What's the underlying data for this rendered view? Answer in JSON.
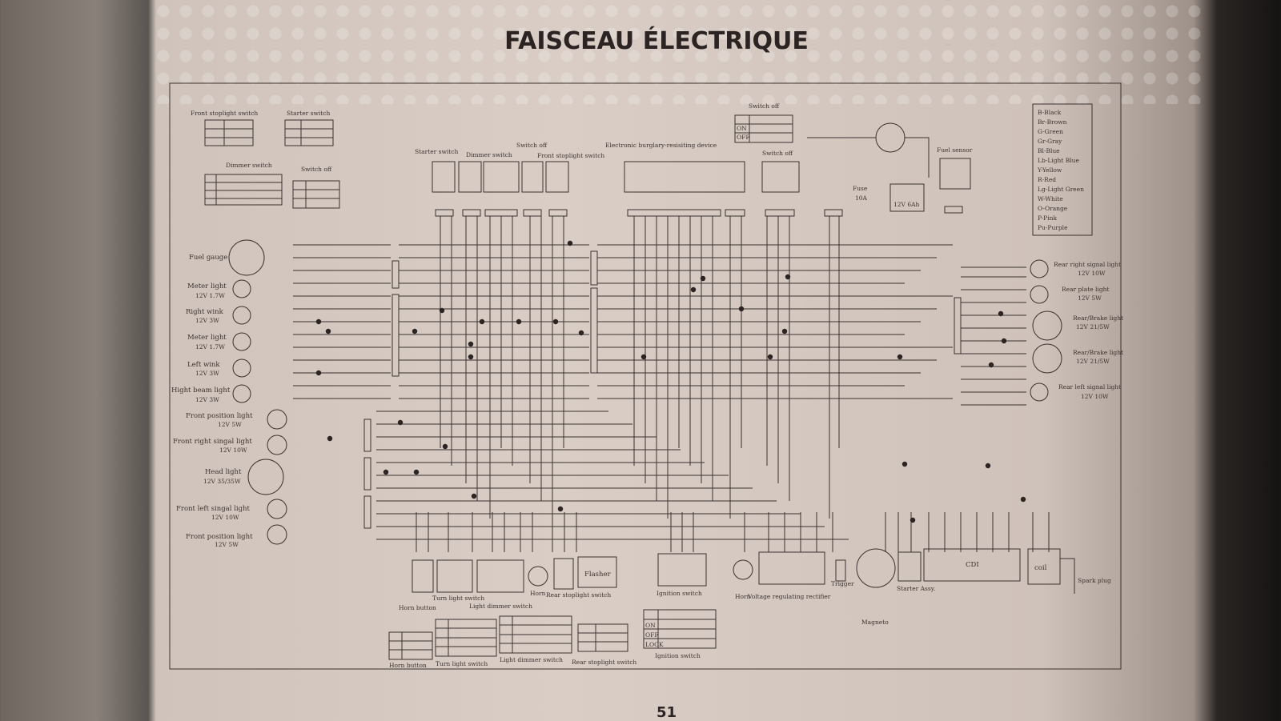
{
  "title": "FAISCEAU ÉLECTRIQUE",
  "page_number": "51",
  "legend": [
    "B-Black",
    "Br-Brown",
    "G-Green",
    "Gr-Gray",
    "Bl-Blue",
    "Lb-Light Blue",
    "Y-Yellow",
    "R-Red",
    "Lg-Light Green",
    "W-White",
    "O-Orange",
    "P-Pink",
    "Pu-Purple"
  ],
  "top_tables": {
    "front_stoplight_switch": "Front stoplight switch",
    "starter_switch": "Starter switch",
    "dimmer_switch": "Dimmer switch",
    "switch_off": "Switch off"
  },
  "top_connectors": {
    "starter_switch": "Starter switch",
    "dimmer_switch": "Dimmer switch",
    "switch_off": "Switch off",
    "front_stoplight_switch": "Front stoplight switch",
    "burglary": "Electronic burglary-resisiting device",
    "switch_off_2": "Switch off",
    "switch_off_3": "Switch off",
    "fuel_sensor": "Fuel sensor",
    "fuse": "Fuse",
    "fuse_rating": "10A",
    "battery": "12V 6Ah"
  },
  "left_components": [
    {
      "name": "Fuel gauge",
      "spec": ""
    },
    {
      "name": "Meter light",
      "spec": "12V 1.7W"
    },
    {
      "name": "Right wink",
      "spec": "12V 3W"
    },
    {
      "name": "Meter light",
      "spec": "12V 1.7W"
    },
    {
      "name": "Left wink",
      "spec": "12V 3W"
    },
    {
      "name": "Hight beam light",
      "spec": "12V 3W"
    },
    {
      "name": "Front position light",
      "spec": "12V 5W"
    },
    {
      "name": "Front right singal light",
      "spec": "12V 10W"
    },
    {
      "name": "Head light",
      "spec": "12V 35/35W"
    },
    {
      "name": "Front left singal light",
      "spec": "12V 10W"
    },
    {
      "name": "Front position light",
      "spec": "12V 5W"
    }
  ],
  "right_components": [
    {
      "name": "Rear right signal light",
      "spec": "12V 10W"
    },
    {
      "name": "Rear plate light",
      "spec": "12V 5W"
    },
    {
      "name": "Rear/Brake light",
      "spec": "12V 21/5W"
    },
    {
      "name": "Rear/Brake light",
      "spec": "12V 21/5W"
    },
    {
      "name": "Rear left signal light",
      "spec": "12V 10W"
    }
  ],
  "bottom_components": {
    "horn_button": "Horn button",
    "turn_light_switch": "Turn light switch",
    "light_dimmer_switch": "Light dimmer switch",
    "horn": "Horn",
    "rear_stoplight_switch": "Rear stoplight switch",
    "flasher": "Flasher",
    "ignition_switch": "Ignition switch",
    "voltage_regulating_rectifier": "Voltage regulating rectifier",
    "trigger": "Trigger",
    "magneto": "Magneto",
    "starter_assy": "Starter Assy.",
    "cdi": "CDI",
    "coil": "coil",
    "spark_plug": "Spark plug"
  },
  "bottom_tables": {
    "horn_button": "Horn button",
    "turn_light_switch": "Turn light switch",
    "light_dimmer_switch": "Light dimmer switch",
    "rear_stoplight_switch": "Rear stoplight switch",
    "ignition_switch": "Ignition switch",
    "ignition_rows": [
      "ON",
      "OFF",
      "LOCK"
    ],
    "switch_off_rows": [
      "ON",
      "OFF"
    ]
  }
}
